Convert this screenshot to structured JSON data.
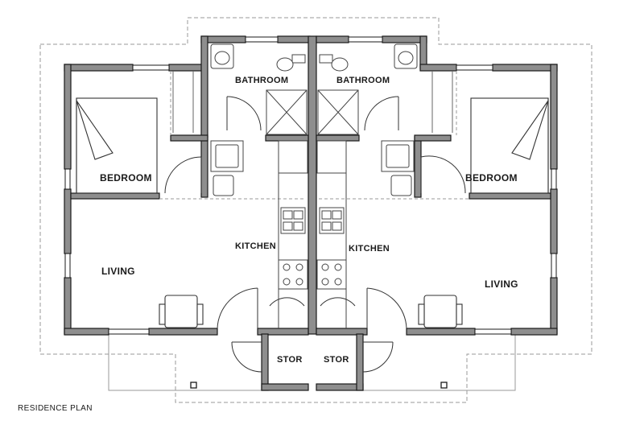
{
  "plan_title": "RESIDENCE PLAN",
  "rooms": {
    "bathroom_left": "BATHROOM",
    "bathroom_right": "BATHROOM",
    "bedroom_left": "BEDROOM",
    "bedroom_right": "BEDROOM",
    "kitchen_left": "KITCHEN",
    "kitchen_right": "KITCHEN",
    "living_left": "LIVING",
    "living_right": "LIVING",
    "stor_left": "STOR",
    "stor_right": "STOR"
  },
  "colors": {
    "wall_fill": "#8e8e8e",
    "wall_outline": "#1a1a1a",
    "fixture_line": "#555555",
    "dashed_outline": "#9a9a9a"
  }
}
